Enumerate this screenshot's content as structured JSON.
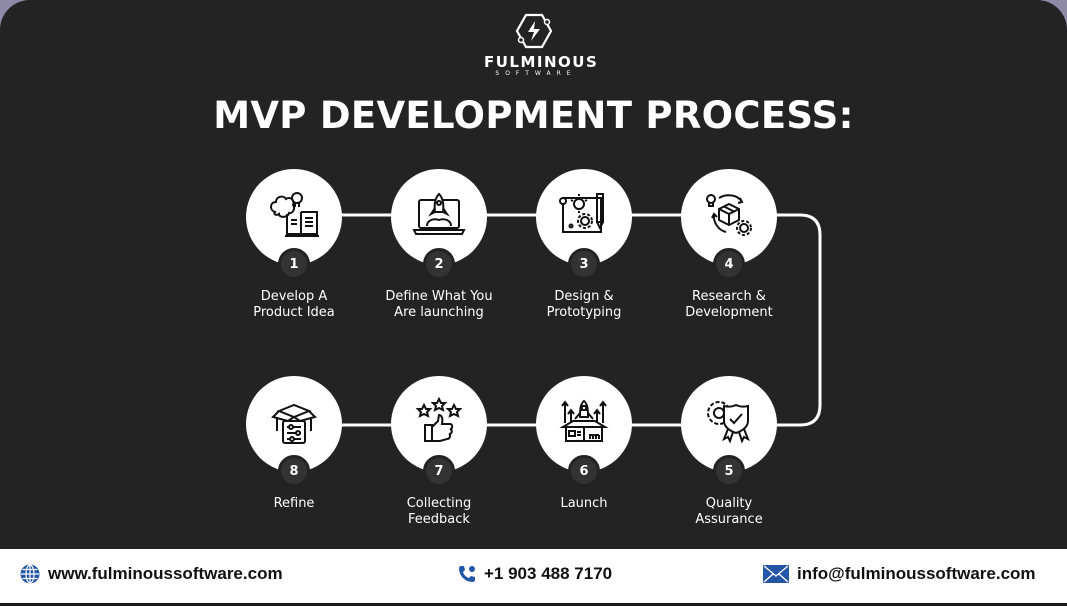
{
  "brand": {
    "name": "FULMINOUS",
    "tagline": "SOFTWARE",
    "logo_icon": "hexagon-lightning-icon"
  },
  "title": "MVP DEVELOPMENT PROCESS:",
  "colors": {
    "background": "#232323",
    "circle": "#ffffff",
    "badge": "#333333",
    "text": "#ffffff",
    "footer_bg": "#ffffff",
    "footer_icon": "#2255aa",
    "outer_bg": "#8d89a6"
  },
  "steps": [
    {
      "number": "1",
      "label_line1": "Develop A",
      "label_line2": "Product Idea",
      "icon": "brain-book-bulb-icon"
    },
    {
      "number": "2",
      "label_line1": "Define What You",
      "label_line2": "Are launching",
      "icon": "laptop-rocket-icon"
    },
    {
      "number": "3",
      "label_line1": "Design &",
      "label_line2": "Prototyping",
      "icon": "blueprint-pencil-icon"
    },
    {
      "number": "4",
      "label_line1": "Research &",
      "label_line2": "Development",
      "icon": "box-cycle-gear-icon"
    },
    {
      "number": "5",
      "label_line1": "Quality",
      "label_line2": "Assurance",
      "icon": "gear-shield-badge-icon"
    },
    {
      "number": "6",
      "label_line1": "Launch",
      "label_line2": "",
      "icon": "box-rocket-arrows-icon"
    },
    {
      "number": "7",
      "label_line1": "Collecting",
      "label_line2": "Feedback",
      "icon": "stars-thumbs-up-icon"
    },
    {
      "number": "8",
      "label_line1": "Refine",
      "label_line2": "",
      "icon": "box-sliders-icon"
    }
  ],
  "footer": {
    "website": "www.fulminoussoftware.com",
    "phone": "+1 903 488 7170",
    "email": "info@fulminoussoftware.com"
  }
}
